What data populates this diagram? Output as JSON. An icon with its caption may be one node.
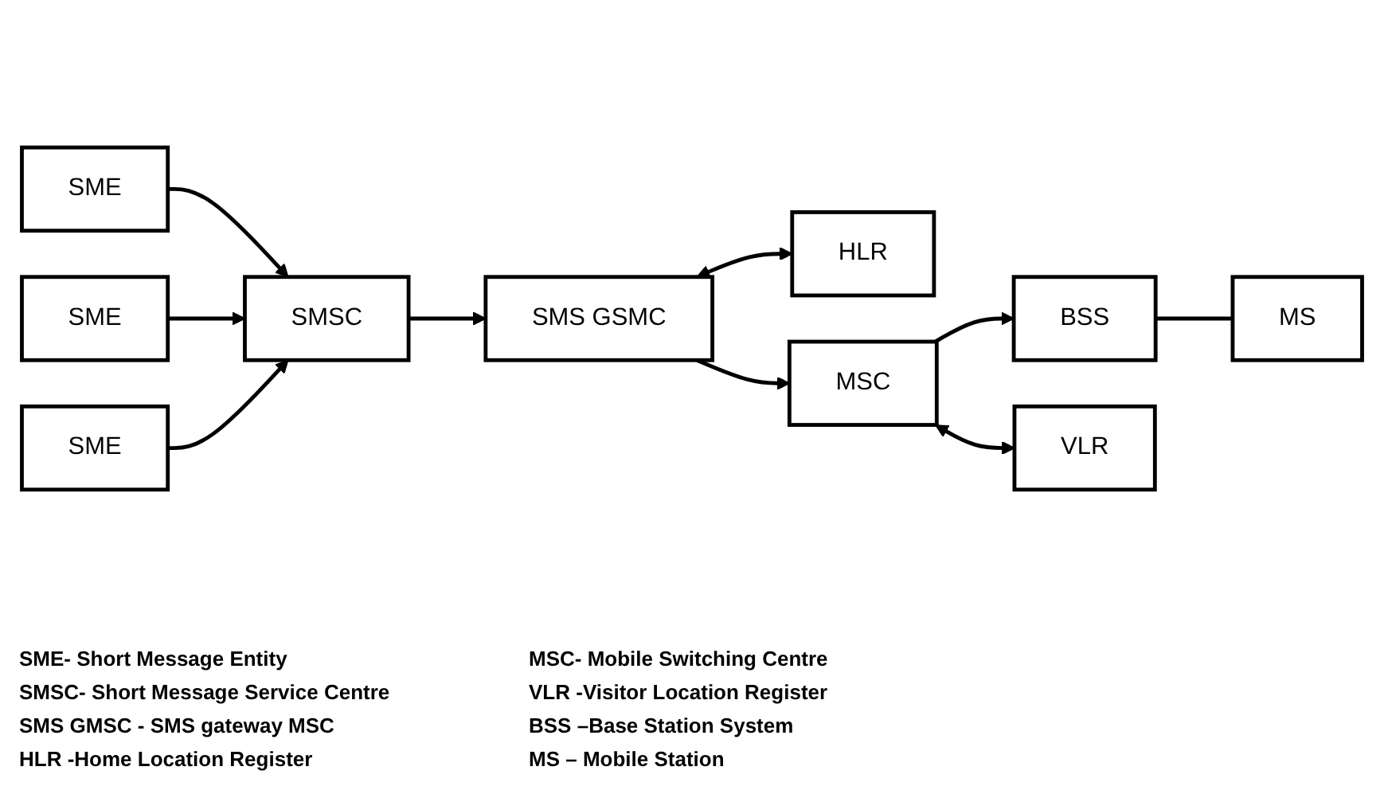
{
  "diagram": {
    "nodes": [
      {
        "text": [
          "HLR"
        ]
      },
      {
        "text": [
          "MS"
        ]
      },
      {
        "text": [
          "SME"
        ]
      },
      {
        "text": [
          "SME"
        ]
      },
      {
        "text": [
          "SME"
        ]
      },
      {
        "text": [
          "SMSC"
        ]
      },
      {
        "text": [
          "SMS GSMC"
        ]
      },
      {
        "text": [
          "MSC"
        ]
      },
      {
        "text": [
          "BSS"
        ]
      },
      {
        "text": [
          "VLR"
        ]
      }
    ],
    "edges": [
      {
        "from": 2,
        "to": 5,
        "arrow": "to"
      },
      {
        "from": 3,
        "to": 5,
        "arrow": "to"
      },
      {
        "from": 4,
        "to": 5,
        "arrow": "to"
      },
      {
        "from": 5,
        "to": 6,
        "arrow": "to"
      },
      {
        "from": 6,
        "to": 0,
        "arrow": "both"
      },
      {
        "from": 6,
        "to": 7,
        "arrow": "to"
      },
      {
        "from": 7,
        "to": 8,
        "arrow": "to"
      },
      {
        "from": 7,
        "to": 9,
        "arrow": "both"
      },
      {
        "from": 8,
        "to": 1,
        "arrow": "none"
      }
    ],
    "labels": [
      "SME- Short Message Entity",
      "MSC- Mobile Switching Centre",
      "SMSC- Short Message Service Centre",
      "VLR -Visitor Location Register",
      "SMS GMSC - SMS gateway MSC",
      "BSS –Base Station System",
      "HLR -Home Location Register",
      "MS – Mobile Station"
    ]
  }
}
